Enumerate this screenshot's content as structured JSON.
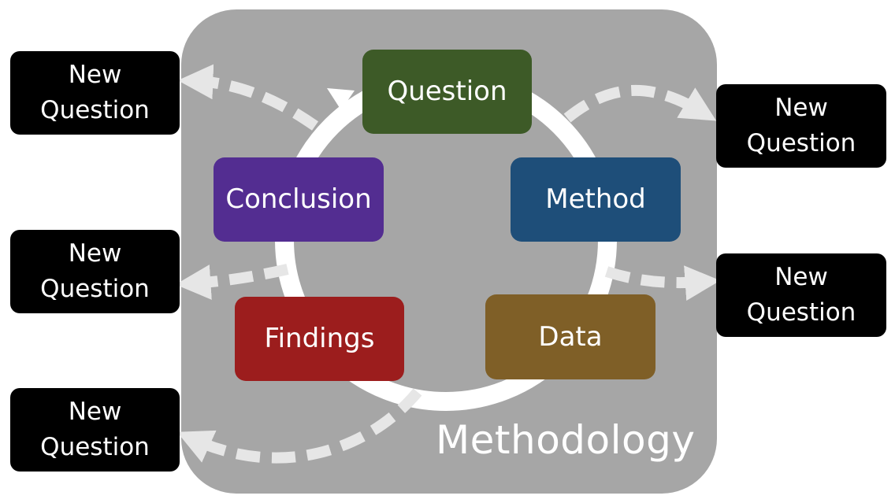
{
  "diagram": {
    "panel_label": "Methodology",
    "cycle": [
      {
        "label": "Question",
        "color": "#3d5a27"
      },
      {
        "label": "Method",
        "color": "#1e4e79"
      },
      {
        "label": "Data",
        "color": "#7f5f27"
      },
      {
        "label": "Findings",
        "color": "#9c1d1d"
      },
      {
        "label": "Conclusion",
        "color": "#532d91"
      }
    ],
    "new_question_boxes": [
      {
        "line1": "New",
        "line2": "Question"
      },
      {
        "line1": "New",
        "line2": "Question"
      },
      {
        "line1": "New",
        "line2": "Question"
      },
      {
        "line1": "New",
        "line2": "Question"
      },
      {
        "line1": "New",
        "line2": "Question"
      }
    ],
    "colors": {
      "panel": "#a6a6a6",
      "ring": "#ffffff",
      "dashed_arrow": "#e6e6e6",
      "new_question_bg": "#000000"
    }
  }
}
